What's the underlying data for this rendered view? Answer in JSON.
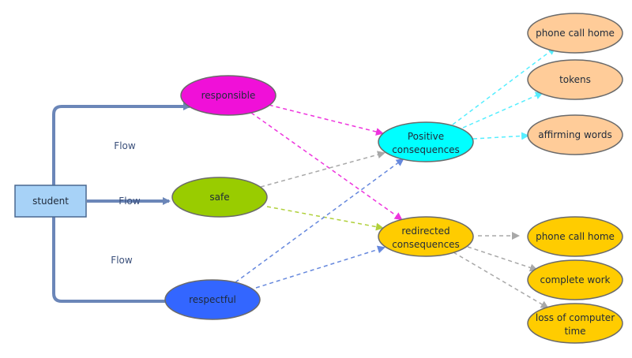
{
  "nodes": {
    "student": {
      "label": "student",
      "color": "#a7d2f7"
    },
    "responsible": {
      "label": "responsible",
      "color": "#f010d8"
    },
    "safe": {
      "label": "safe",
      "color": "#99cc00"
    },
    "respectful": {
      "label": "respectful",
      "color": "#3366ff"
    },
    "positive": {
      "line1": "Positive",
      "line2": "consequences",
      "color": "#00ffff"
    },
    "redirected": {
      "line1": "redirected",
      "line2": "consequences",
      "color": "#ffcc00"
    },
    "phone_call_home_pos": {
      "label": "phone call home",
      "color": "#ffcc99"
    },
    "tokens": {
      "label": "tokens",
      "color": "#ffcc99"
    },
    "affirming_words": {
      "label": "affirming words",
      "color": "#ffcc99"
    },
    "phone_call_home_red": {
      "label": "phone call home",
      "color": "#ffcc00"
    },
    "complete_work": {
      "label": "complete work",
      "color": "#ffcc00"
    },
    "loss_of_computer_time": {
      "line1": "loss of computer",
      "line2": "time",
      "color": "#ffcc00"
    }
  },
  "flows": {
    "top": "Flow",
    "middle": "Flow",
    "bottom": "Flow"
  },
  "colors": {
    "flow_line": "#6b86b8",
    "magenta_link": "#ee33dd",
    "gray_link": "#a8a8a8",
    "green_link": "#b0d03a",
    "blue_link": "#6688dd",
    "cyan_link": "#55eeff"
  }
}
